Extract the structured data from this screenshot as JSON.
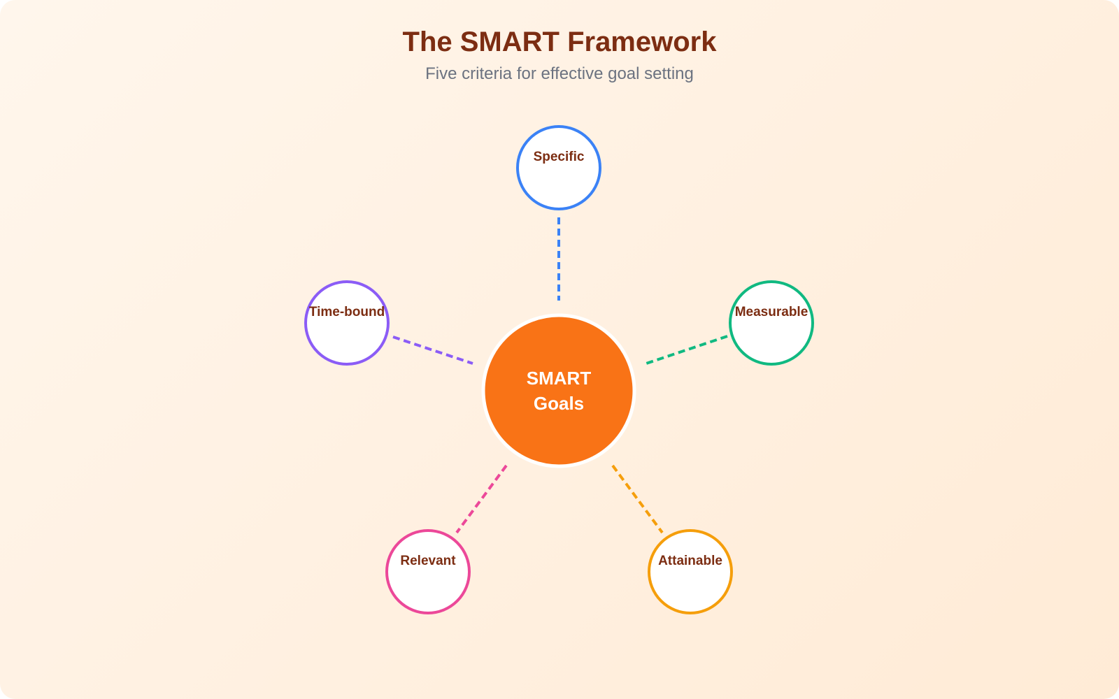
{
  "header": {
    "title": "The SMART Framework",
    "subtitle": "Five criteria for effective goal setting"
  },
  "center": {
    "line1": "SMART",
    "line2": "Goals",
    "fill": "#f97316",
    "stroke": "#ffffff"
  },
  "nodes": [
    {
      "label": "Specific",
      "color": "#3b82f6"
    },
    {
      "label": "Measurable",
      "color": "#10b981"
    },
    {
      "label": "Attainable",
      "color": "#f59e0b"
    },
    {
      "label": "Relevant",
      "color": "#ec4899"
    },
    {
      "label": "Time-bound",
      "color": "#8b5cf6"
    }
  ],
  "colors": {
    "title": "#7c2d12",
    "subtitle": "#6b7280",
    "node_text": "#7c2d12",
    "background_start": "#fff6ec",
    "background_end": "#ffebd6"
  }
}
